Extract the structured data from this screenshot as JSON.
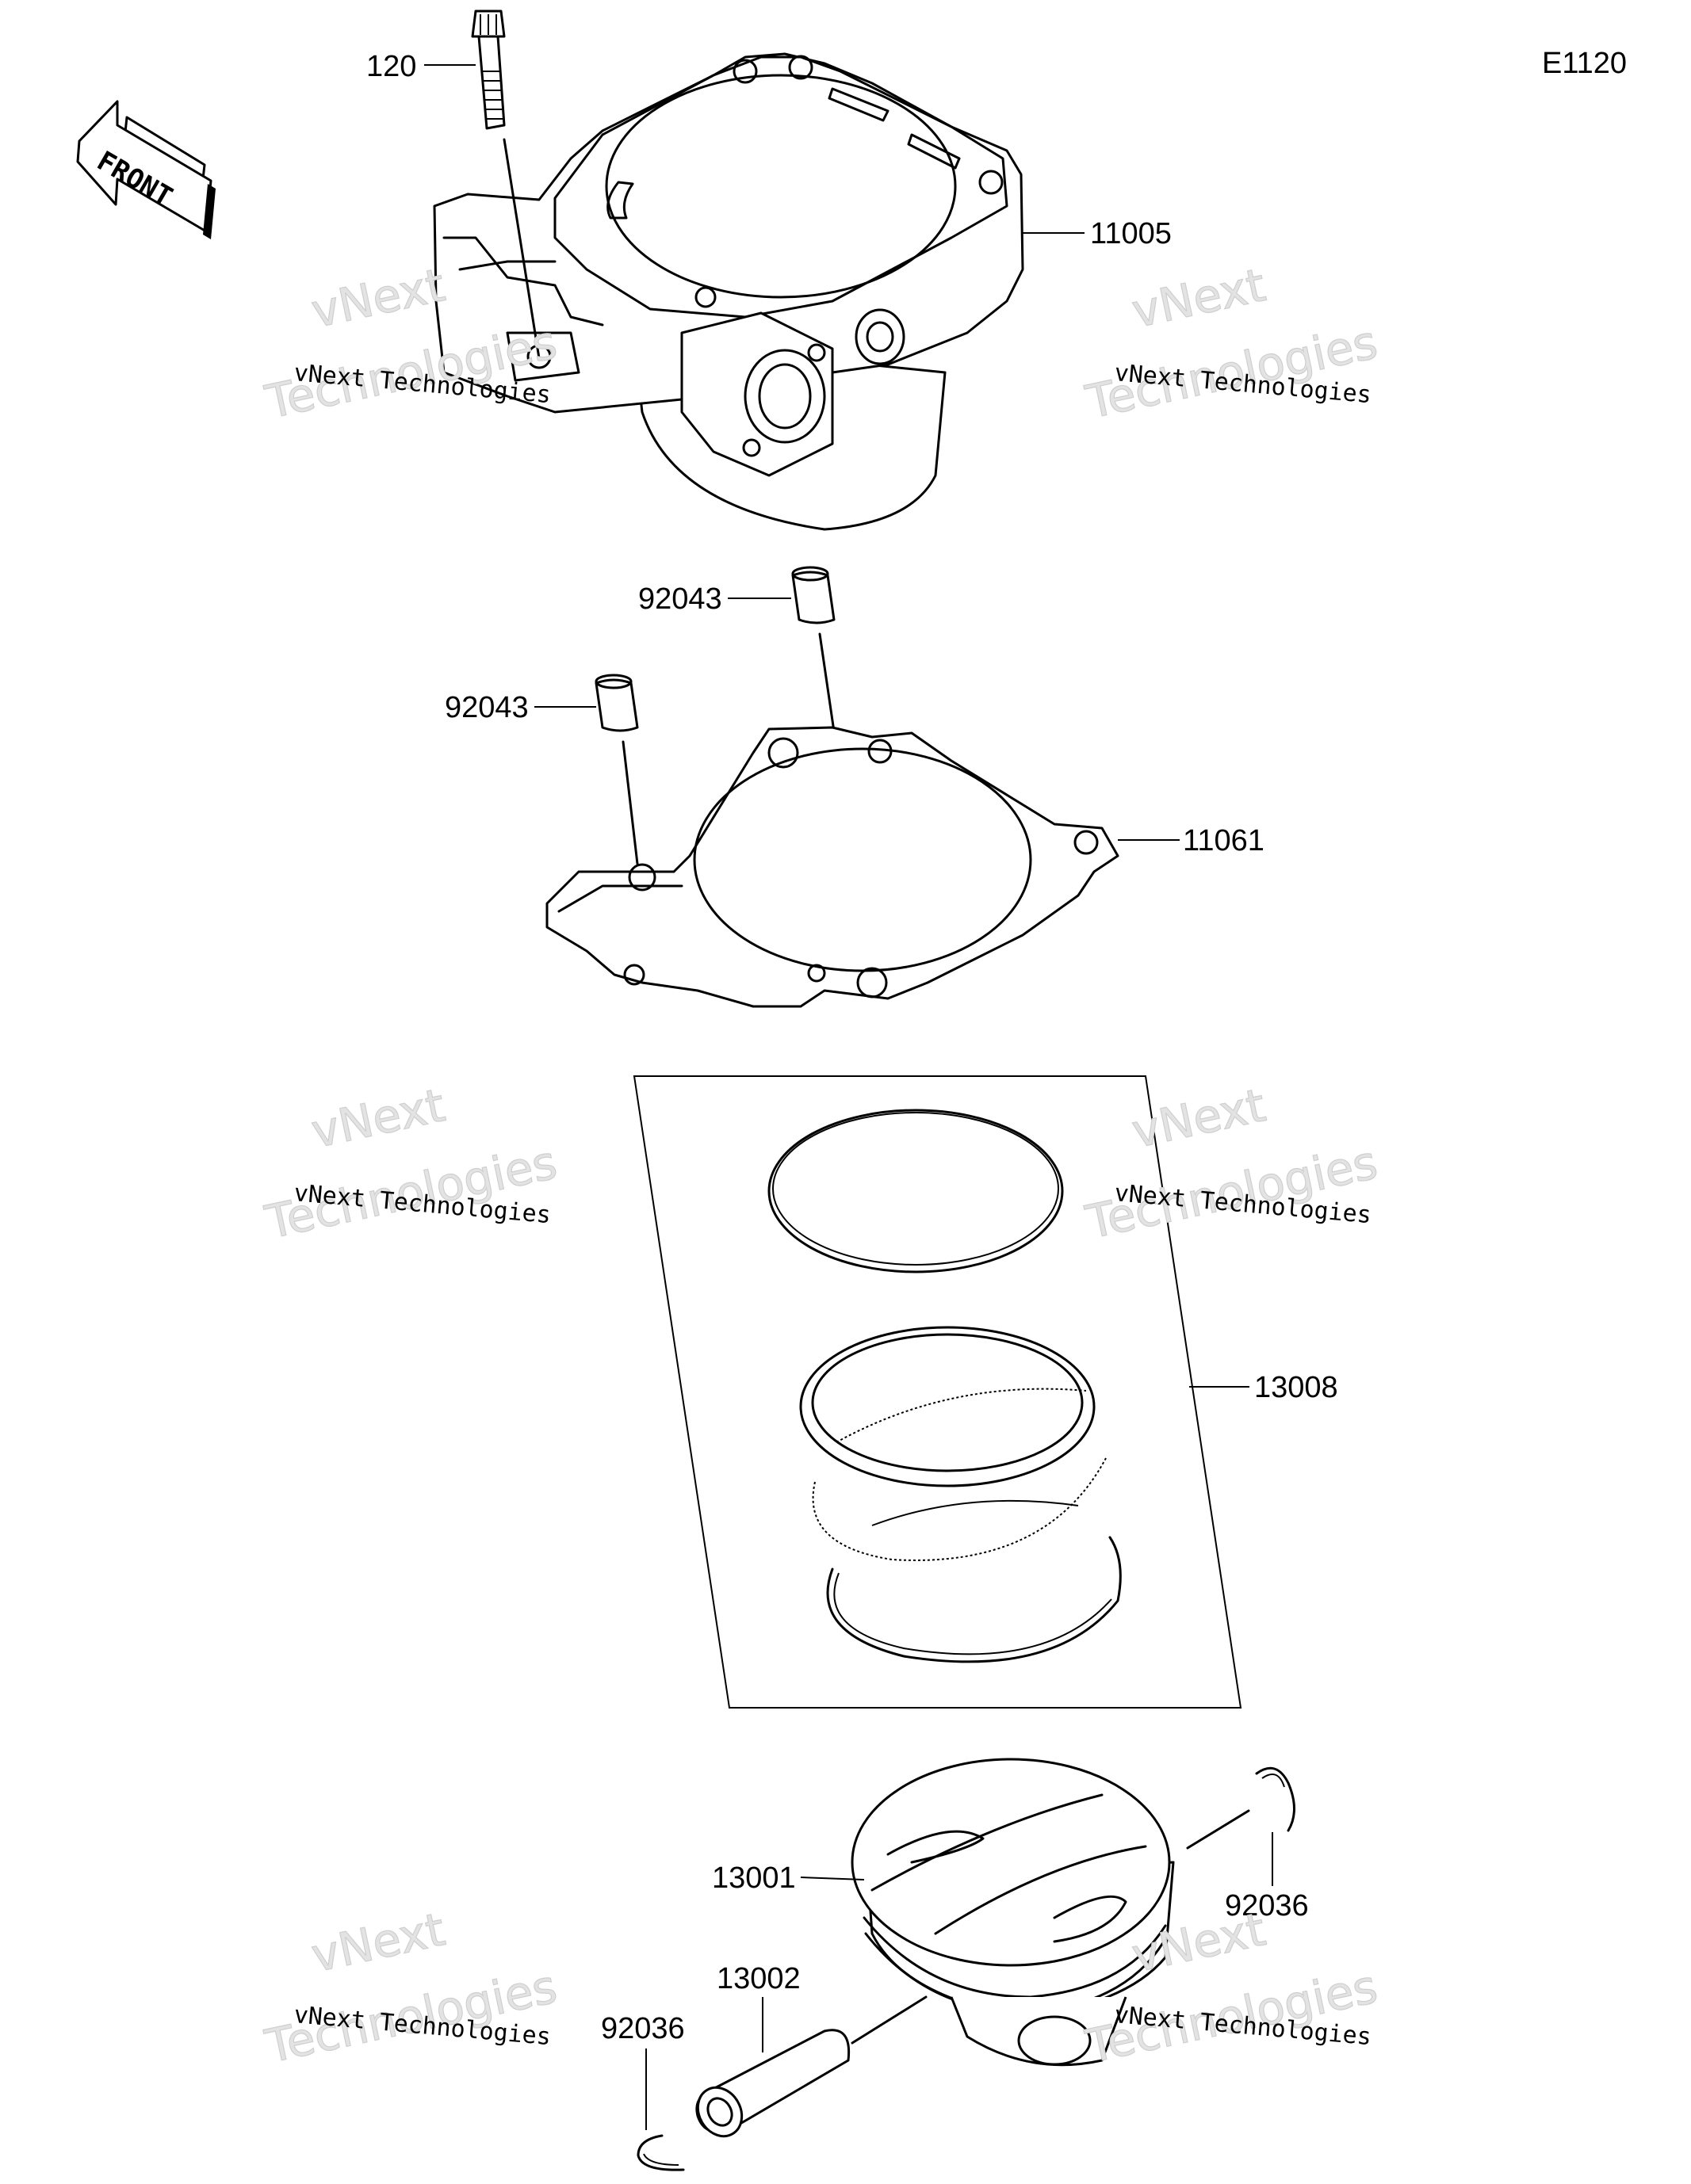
{
  "diagram_code": "E1120",
  "front_label": "FRONT",
  "parts": {
    "bolt": "120",
    "cylinder": "11005",
    "dowel_upper": "92043",
    "dowel_lower": "92043",
    "gasket": "11061",
    "ring_set": "13008",
    "piston": "13001",
    "piston_pin": "13002",
    "circlip_right": "92036",
    "circlip_left": "92036"
  },
  "watermarks": [
    {
      "big_line1": "vNext",
      "big_line2": "Technologies",
      "small": "vNext Technologies"
    },
    {
      "big_line1": "vNext",
      "big_line2": "Technologies",
      "small": "vNext Technologies"
    },
    {
      "big_line1": "vNext",
      "big_line2": "Technologies",
      "small": "vNext Technologies"
    },
    {
      "big_line1": "vNext",
      "big_line2": "Technologies",
      "small": "vNext Technologies"
    },
    {
      "big_line1": "vNext",
      "big_line2": "Technologies",
      "small": "vNext Technologies"
    },
    {
      "big_line1": "vNext",
      "big_line2": "Technologies",
      "small": "vNext Technologies"
    }
  ]
}
